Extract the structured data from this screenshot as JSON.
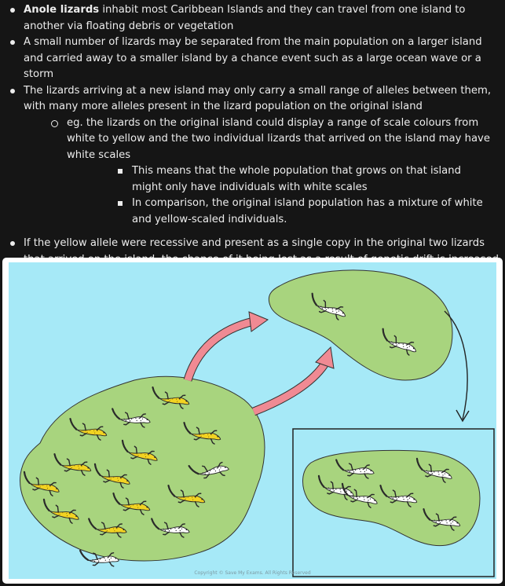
{
  "bullets": [
    {
      "bold": "Anole lizards",
      "text": " inhabit most Caribbean Islands and they can travel from one island to another via floating debris or vegetation"
    },
    {
      "text": "A small number of lizards may be separated from the main population on a larger island and carried away to a smaller island by a chance event such as a large ocean wave or a storm"
    },
    {
      "text": "The lizards arriving at a new island may only carry a small range of alleles between them, with many more alleles present in the lizard population on the original island",
      "sub": {
        "text": "eg. the lizards on the original island could display a range of scale colours from white to yellow and the two individual lizards that arrived on the island may have white scales",
        "subsub": [
          "This means that the whole population that grows on that island might only have individuals with white scales",
          "In comparison, the original island population has a mixture of white and yellow-scaled individuals."
        ]
      }
    },
    {
      "text": "If the yellow allele were recessive and present as a single copy in the original two lizards that arrived on the island, the chance of it being lost as a result of genetic drift is increased due to the small size of the gene pool"
    }
  ],
  "figure": {
    "copyright": "Copyright © Save My Exams. All Rights Reserved",
    "colors": {
      "sea": "#a6e9f7",
      "island": "#a8d47e",
      "island_outline": "#333333",
      "arrow": "#f08a93",
      "yellow_lizard": "#f2d322",
      "white_lizard": "#ffffff"
    }
  }
}
